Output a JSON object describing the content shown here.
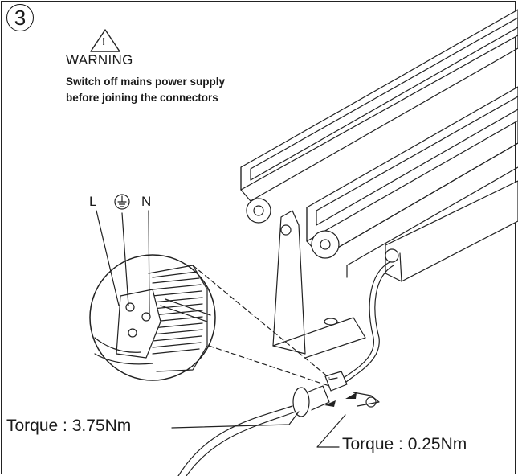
{
  "step": {
    "number": "3"
  },
  "warning": {
    "icon": "warning-triangle-icon",
    "icon_glyph": "!",
    "title": "WARNING",
    "line1": "Switch off mains power supply",
    "line2": "before joining the connectors"
  },
  "terminals": {
    "live": "L",
    "earth_icon": "earth-ground-icon",
    "neutral": "N"
  },
  "torque": {
    "connector": "Torque : 3.75Nm",
    "screw": "Torque : 0.25Nm"
  }
}
